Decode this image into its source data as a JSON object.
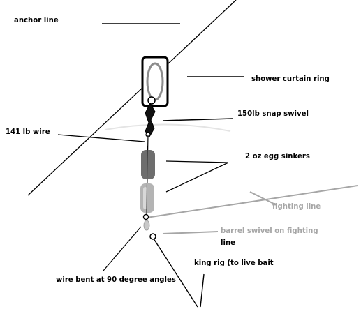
{
  "labels": {
    "anchor_line": "anchor line",
    "shower_curtain_ring": "shower curtain ring",
    "snap_swivel": "150lb snap swivel",
    "wire": "141 lb wire",
    "egg_sinkers": "2 oz egg sinkers",
    "fighting_line": "fighting line",
    "barrel_swivel_line1": "barrel swivel on fighting",
    "barrel_swivel_line2": "line",
    "wire_bent": "wire bent at 90 degree angles",
    "king_rig": "king rig (to live bait"
  },
  "colors": {
    "ink": "#000000",
    "grey_line": "#a6a6a6",
    "sinker_dark": "#6e6e6e",
    "sinker_light": "#b4b4b4",
    "watermark": "#dcdcdc"
  }
}
